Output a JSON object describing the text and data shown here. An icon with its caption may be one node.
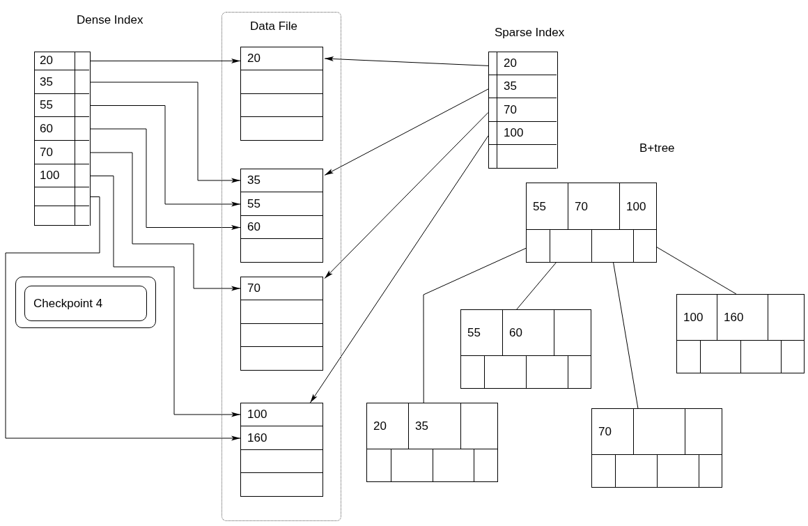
{
  "diagram": {
    "nodes": [
      {
        "text": [
          "Dense Index"
        ]
      },
      {
        "text": [
          "20"
        ],
        "in": 0
      },
      {
        "text": [
          "35"
        ],
        "in": 0
      },
      {
        "text": [
          "55"
        ],
        "in": 0
      },
      {
        "text": [
          "60"
        ],
        "in": 0
      },
      {
        "text": [
          "70"
        ],
        "in": 0
      },
      {
        "text": [
          "100"
        ],
        "in": 0
      },
      {
        "text": [],
        "shape": "box",
        "in": 0
      },
      {
        "text": [],
        "shape": "box",
        "in": 0
      },
      {
        "text": [
          "Data File"
        ]
      },
      {
        "text": [],
        "shape": "box",
        "in": 9
      },
      {
        "text": [
          "20"
        ],
        "in": 10
      },
      {
        "text": [],
        "shape": "box",
        "in": 10
      },
      {
        "text": [],
        "shape": "box",
        "in": 10
      },
      {
        "text": [],
        "shape": "box",
        "in": 10
      },
      {
        "text": [],
        "shape": "box",
        "in": 9
      },
      {
        "text": [
          "35"
        ],
        "in": 15
      },
      {
        "text": [
          "55"
        ],
        "in": 15
      },
      {
        "text": [
          "60"
        ],
        "in": 15
      },
      {
        "text": [],
        "shape": "box",
        "in": 15
      },
      {
        "text": [],
        "shape": "box",
        "in": 9
      },
      {
        "text": [
          "70"
        ],
        "in": 20
      },
      {
        "text": [],
        "shape": "box",
        "in": 20
      },
      {
        "text": [],
        "shape": "box",
        "in": 20
      },
      {
        "text": [],
        "shape": "box",
        "in": 20
      },
      {
        "text": [],
        "shape": "box",
        "in": 9
      },
      {
        "text": [
          "100"
        ],
        "in": 25
      },
      {
        "text": [
          "160"
        ],
        "in": 25
      },
      {
        "text": [],
        "shape": "box",
        "in": 25
      },
      {
        "text": [],
        "shape": "box",
        "in": 25
      },
      {
        "text": [
          "Sparse Index"
        ]
      },
      {
        "text": [
          "20"
        ],
        "in": 30
      },
      {
        "text": [
          "35"
        ],
        "in": 30
      },
      {
        "text": [
          "70"
        ],
        "in": 30
      },
      {
        "text": [
          "100"
        ],
        "in": 30
      },
      {
        "text": [],
        "shape": "box",
        "in": 30
      },
      {
        "text": [
          "55",
          "70",
          "100"
        ]
      },
      {
        "text": [
          "100",
          "160"
        ]
      },
      {
        "text": [
          "55",
          "60"
        ]
      },
      {
        "text": [
          "20",
          "35"
        ]
      },
      {
        "text": [
          "70"
        ]
      },
      {
        "text": [
          "Checkpoint 4"
        ]
      }
    ],
    "edges": [
      {
        "from": 1,
        "to": 11,
        "arrow": "to"
      },
      {
        "from": 2,
        "to": 16,
        "arrow": "to"
      },
      {
        "from": 3,
        "to": 17,
        "arrow": "to"
      },
      {
        "from": 4,
        "to": 18,
        "arrow": "to"
      },
      {
        "from": 5,
        "to": 21,
        "arrow": "to"
      },
      {
        "from": 6,
        "to": 26,
        "arrow": "to"
      },
      {
        "from": 7,
        "to": 27,
        "arrow": "to"
      },
      {
        "from": 31,
        "to": 11,
        "arrow": "to"
      },
      {
        "from": 32,
        "to": 15,
        "arrow": "to"
      },
      {
        "from": 33,
        "to": 20,
        "arrow": "to"
      },
      {
        "from": 34,
        "to": 25,
        "arrow": "to"
      },
      {
        "from": 36,
        "to": 39,
        "arrow": "none"
      },
      {
        "from": 36,
        "to": 38,
        "arrow": "none"
      },
      {
        "from": 36,
        "to": 40,
        "arrow": "none"
      },
      {
        "from": 36,
        "to": 37,
        "arrow": "none"
      }
    ],
    "labels": [
      "B+tree"
    ]
  }
}
